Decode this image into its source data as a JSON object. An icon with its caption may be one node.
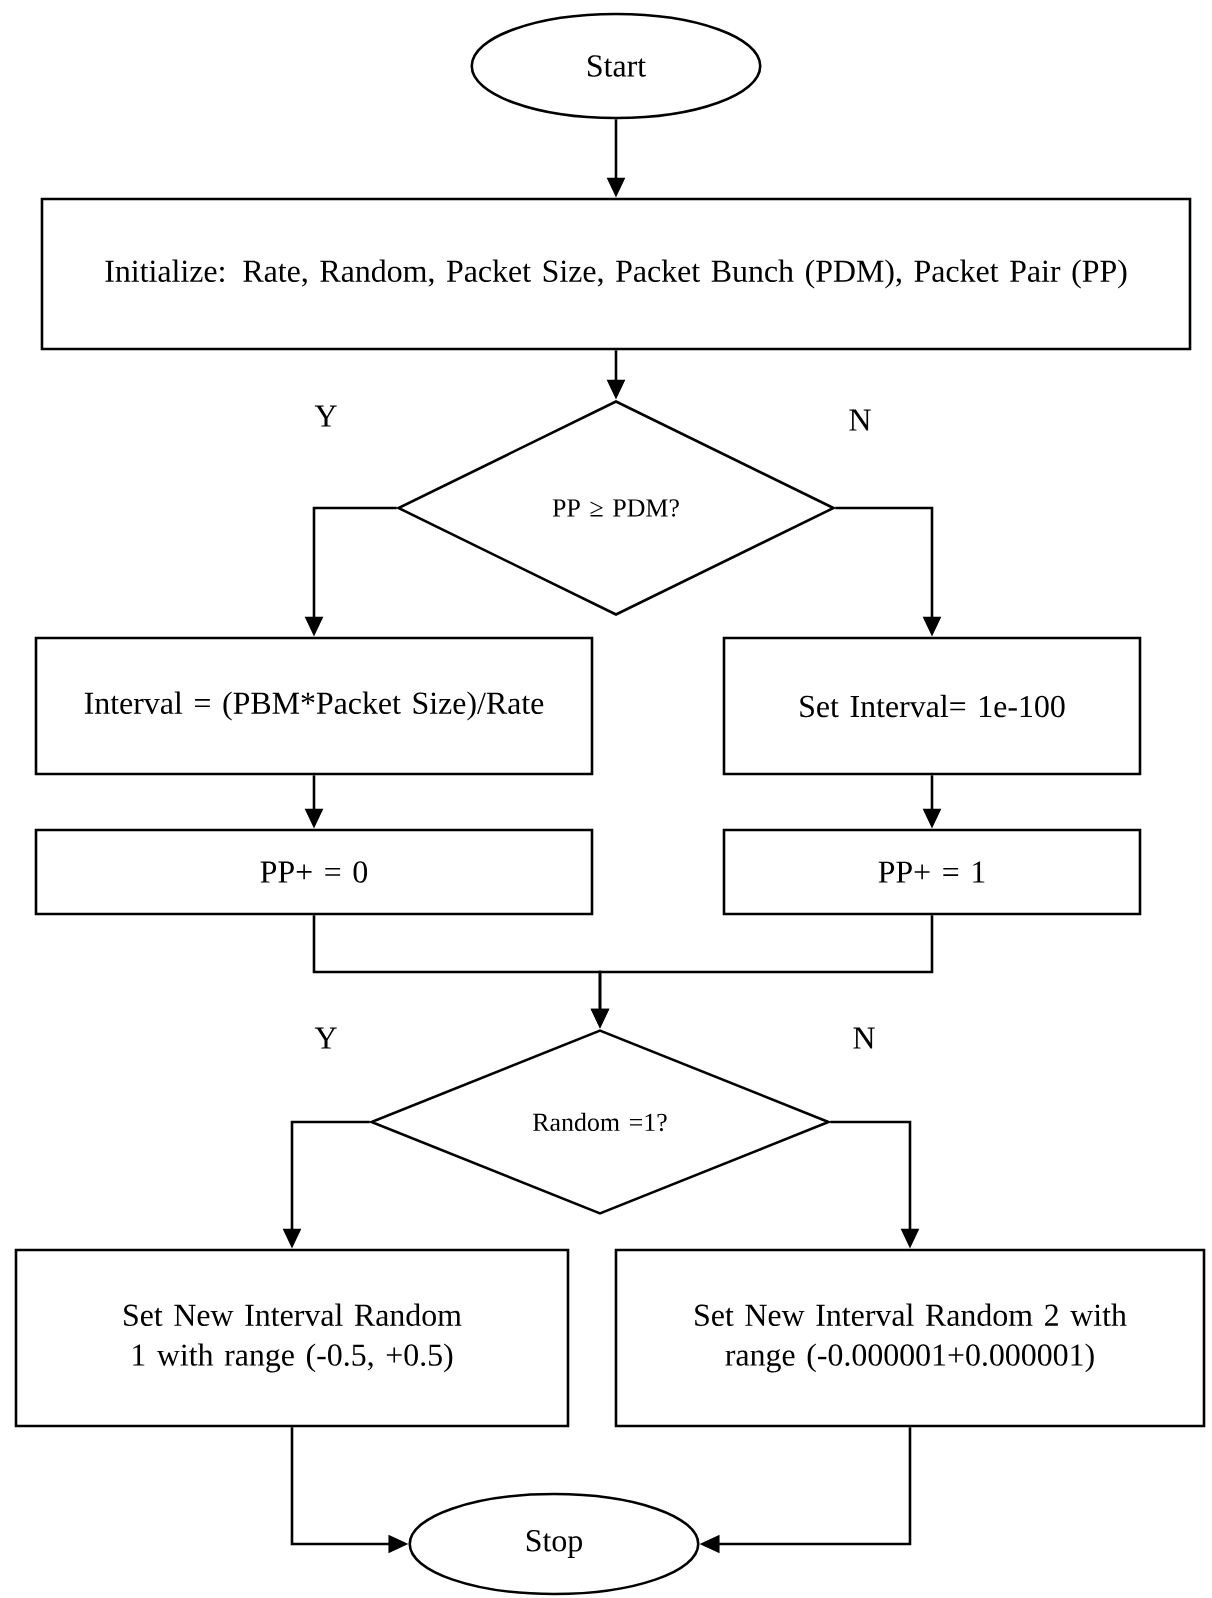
{
  "diagram": {
    "nodes": [
      {
        "text": [
          "Start"
        ]
      },
      {
        "text": [
          "Initialize:  Rate, Random, Packet Size, Packet Bunch (PDM), Packet Pair (PP)"
        ]
      },
      {
        "text": [
          "PP ≥ PDM?"
        ]
      },
      {
        "text": [
          "Interval = (PBM*Packet Size)/Rate"
        ]
      },
      {
        "text": [
          "Set Interval= 1e-100"
        ]
      },
      {
        "text": [
          "PP+ = 0"
        ]
      },
      {
        "text": [
          "PP+ = 1"
        ]
      },
      {
        "text": [
          "Random =1?"
        ]
      },
      {
        "text": [
          "Set New Interval Random 1 with range (-0.5, +0.5)"
        ]
      },
      {
        "text": [
          "Set New Interval Random 2 with range (-0.000001+0.000001)"
        ]
      },
      {
        "text": [
          "Stop"
        ]
      }
    ],
    "edges": [
      {
        "from": 0,
        "to": 1,
        "arrow": "to"
      },
      {
        "from": 1,
        "to": 2,
        "arrow": "to"
      },
      {
        "from": 2,
        "to": 3,
        "arrow": "to"
      },
      {
        "from": 2,
        "to": 4,
        "arrow": "to"
      },
      {
        "from": 3,
        "to": 5,
        "arrow": "to"
      },
      {
        "from": 4,
        "to": 6,
        "arrow": "to"
      },
      {
        "from": 5,
        "to": 7,
        "arrow": "to"
      },
      {
        "from": 6,
        "to": 7,
        "arrow": "to"
      },
      {
        "from": 7,
        "to": 8,
        "arrow": "to"
      },
      {
        "from": 7,
        "to": 9,
        "arrow": "to"
      },
      {
        "from": 8,
        "to": 10,
        "arrow": "to"
      },
      {
        "from": 9,
        "to": 10,
        "arrow": "to"
      }
    ],
    "labels": [
      "Y",
      "N",
      "Y",
      "N"
    ]
  }
}
